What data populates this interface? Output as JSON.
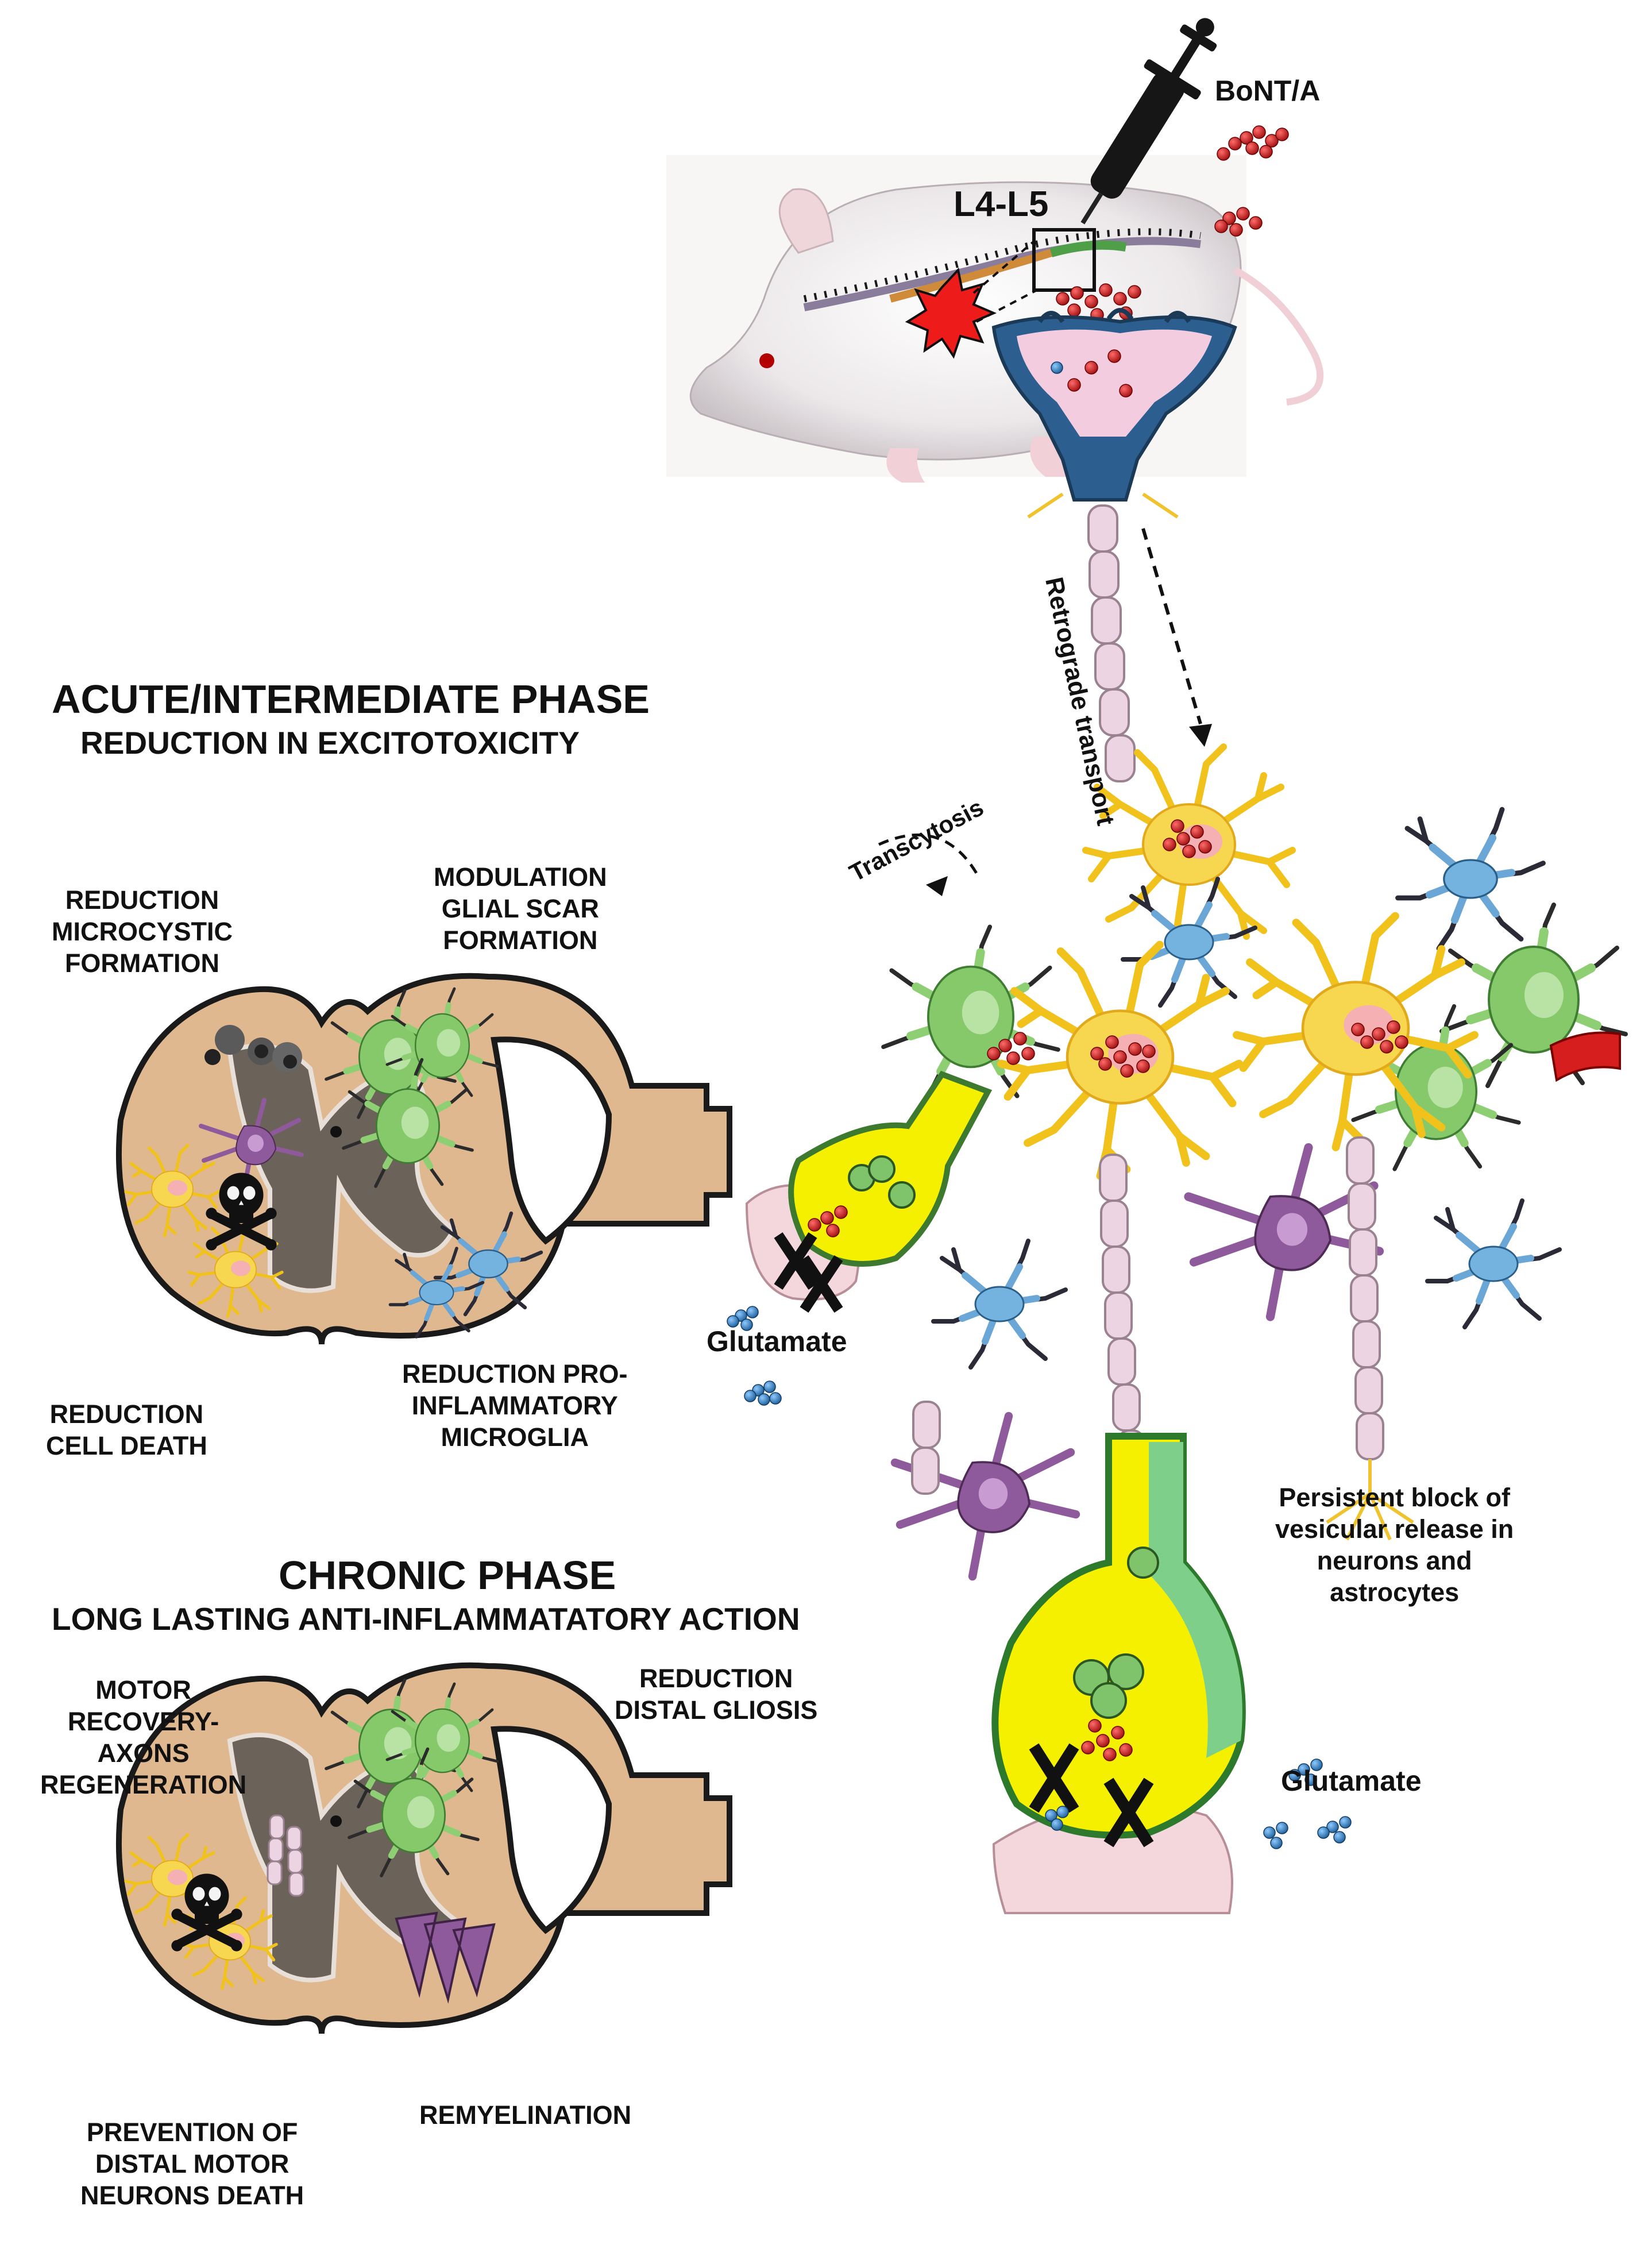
{
  "labels": {
    "bont": "BoNT/A",
    "l4l5": "L4-L5",
    "retrograde": "Retrograde transport",
    "transcytosis": "Transcytosis",
    "glutamate_upper": "Glutamate",
    "glutamate_lower": "Glutamate",
    "persistent": [
      "Persistent block of",
      "vesicular release in",
      "neurons and",
      "astrocytes"
    ]
  },
  "acute_phase": {
    "title": "ACUTE/INTERMEDIATE PHASE",
    "subtitle": "REDUCTION IN EXCITOTOXICITY",
    "microcystic": [
      "REDUCTION",
      "MICROCYSTIC",
      "FORMATION"
    ],
    "glial_scar": [
      "MODULATION",
      "GLIAL SCAR",
      "FORMATION"
    ],
    "cell_death": [
      "REDUCTION",
      "CELL DEATH"
    ],
    "microglia": [
      "REDUCTION PRO-",
      "INFLAMMATORY",
      "MICROGLIA"
    ]
  },
  "chronic_phase": {
    "title": "CHRONIC PHASE",
    "subtitle": "LONG LASTING ANTI-INFLAMMATATORY ACTION",
    "motor": [
      "MOTOR",
      "RECOVERY-",
      "AXONS",
      "REGENERATION"
    ],
    "gliosis": [
      "REDUCTION",
      "DISTAL GLIOSIS"
    ],
    "prevention": [
      "PREVENTION OF",
      "DISTAL MOTOR",
      "NEURONS DEATH"
    ],
    "remyelination": "REMYELINATION"
  },
  "colors": {
    "cord_outer": "#dfb88f",
    "cord_stroke": "#1a1a1a",
    "grey_matter": "#6b6259",
    "astrocyte": "#f5cf3b",
    "microglia": "#6aa7d6",
    "oligodendrocyte": "#8f5a9b",
    "green_cell": "#7fc36a",
    "toxin": "#cc1f1f",
    "glutamate": "#2a72b0",
    "terminal_yellow": "#f5f000",
    "terminal_green": "#7dcf8a",
    "synapse_pink": "#f4d6dd",
    "axon_pink": "#ecd4e2"
  }
}
